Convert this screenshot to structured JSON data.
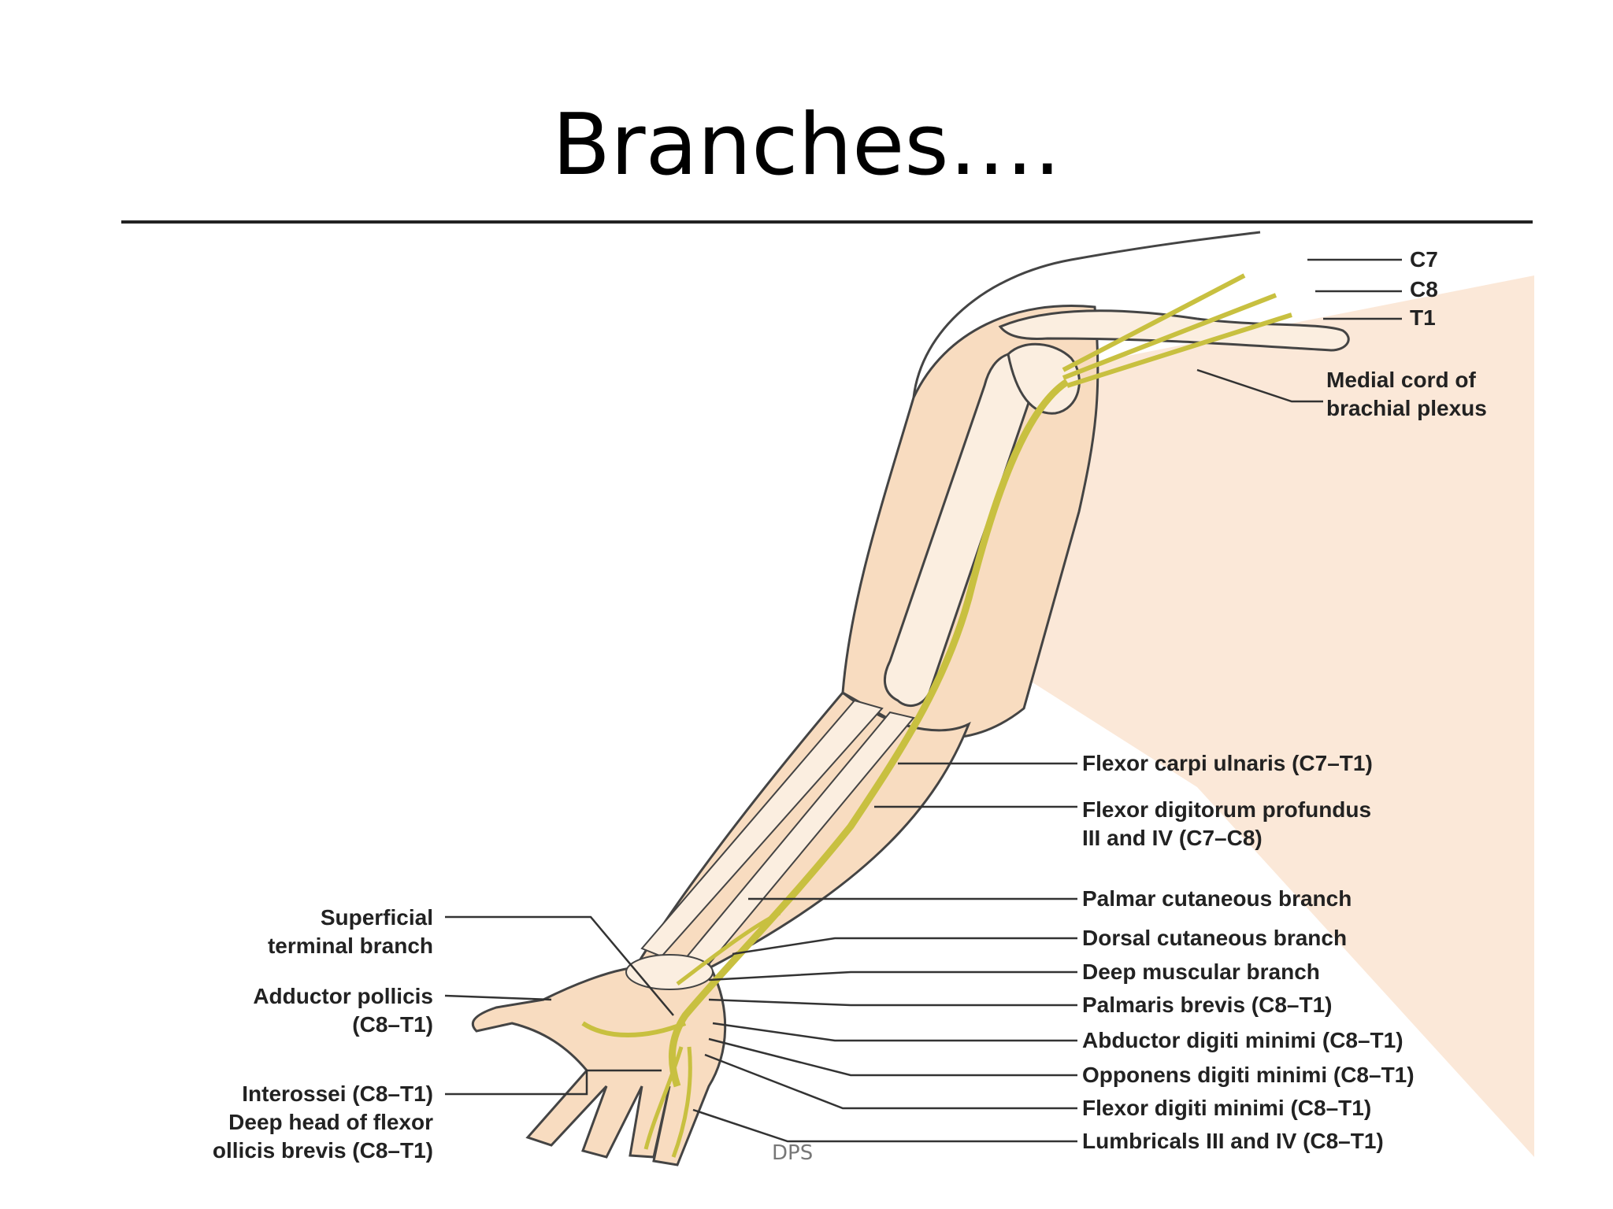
{
  "slide": {
    "title": "Branches….",
    "footer": "DPS"
  },
  "labels": {
    "c7": "C7",
    "c8": "C8",
    "t1": "T1",
    "medial_cord_1": "Medial cord of",
    "medial_cord_2": "brachial plexus",
    "flexor_carpi_ulnaris": "Flexor carpi ulnaris (C7–T1)",
    "fdp_1": "Flexor digitorum profundus",
    "fdp_2": "III and IV (C7–C8)",
    "palmar_cutaneous": "Palmar cutaneous branch",
    "dorsal_cutaneous": "Dorsal cutaneous branch",
    "deep_muscular": "Deep muscular branch",
    "palmaris_brevis": "Palmaris brevis (C8–T1)",
    "abductor_digiti_minimi": "Abductor digiti minimi (C8–T1)",
    "opponens_digiti_minimi": "Opponens digiti minimi (C8–T1)",
    "flexor_digiti_minimi": "Flexor digiti minimi (C8–T1)",
    "lumbricals": "Lumbricals III and IV (C8–T1)",
    "superficial_1": "Superficial",
    "superficial_2": "terminal branch",
    "adductor_1": "Adductor pollicis",
    "adductor_2": "(C8–T1)",
    "interossei": "Interossei (C8–T1)",
    "deep_head_1": "Deep head of flexor",
    "deep_head_2": "ollicis brevis (C8–T1)"
  },
  "colors": {
    "skin": "#f8dcc0",
    "skin_dark": "#f0c9a6",
    "bone": "#fbeee0",
    "nerve": "#c8c040",
    "leader": "#333333"
  }
}
